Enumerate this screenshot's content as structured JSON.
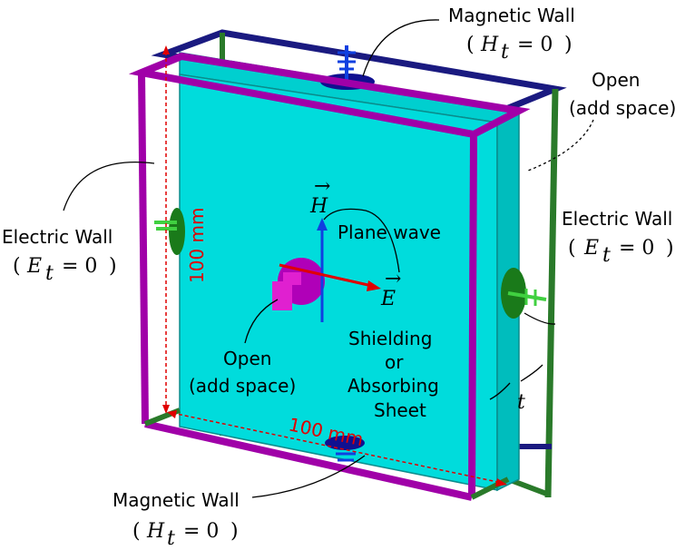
{
  "labels": {
    "magnetic_wall_top": "Magnetic Wall",
    "magnetic_wall_bottom": "Magnetic Wall",
    "electric_wall_left": "Electric Wall",
    "electric_wall_right": "Electric Wall",
    "open_top_right_1": "Open",
    "open_top_right_2": "(add space)",
    "open_center_1": "Open",
    "open_center_2": "(add space)",
    "plane_wave": "Plane wave",
    "sheet_1": "Shielding",
    "sheet_2": "or",
    "sheet_3": "Absorbing",
    "sheet_4": "Sheet",
    "thickness": "t",
    "h_symbol": "H",
    "e_symbol": "E"
  },
  "conditions": {
    "magnetic_var": "H",
    "magnetic_sub": "t",
    "electric_var": "E",
    "electric_sub": "t",
    "equals_zero": "= 0"
  },
  "dimensions": {
    "height": "100 mm",
    "width": "100 mm"
  },
  "colors": {
    "sheet": "#00d8d8",
    "sheet_edge": "#0a8c8c",
    "frame_front": "#a000a8",
    "frame_back_top": "#1a1a80",
    "frame_back_side": "#2a7a2a",
    "h_arrow": "#1040e0",
    "e_arrow": "#e00000",
    "dim_red": "#e00000"
  }
}
